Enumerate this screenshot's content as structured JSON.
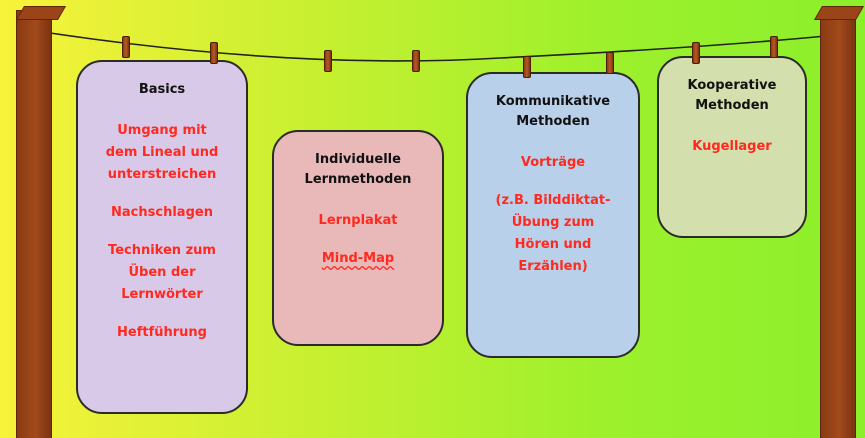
{
  "cards": [
    {
      "title": "Basics",
      "items": [
        "Umgang mit\ndem Lineal und\nunterstreichen",
        "Nachschlagen",
        "Techniken zum\nÜben der\nLernwörter",
        "Heftführung"
      ],
      "color": "#d9c9e9"
    },
    {
      "title": "Individuelle\nLernmethoden",
      "items": [
        "Lernplakat",
        "Mind-Map"
      ],
      "color": "#e9b8b8"
    },
    {
      "title": "Kommunikative\nMethoden",
      "items": [
        "Vorträge",
        "(z.B. Bilddiktat-\nÜbung zum\nHören und\nErzählen)"
      ],
      "color": "#b9d0ea"
    },
    {
      "title": "Kooperative\nMethoden",
      "items": [
        "Kugellager"
      ],
      "color": "#d3dfad"
    }
  ],
  "colors": {
    "title_text": "#111111",
    "item_text": "#ff2a1f",
    "pole": "#9a4418",
    "rope": "#222222"
  },
  "icons": [
    "wooden-pole",
    "clothespin",
    "rope"
  ]
}
